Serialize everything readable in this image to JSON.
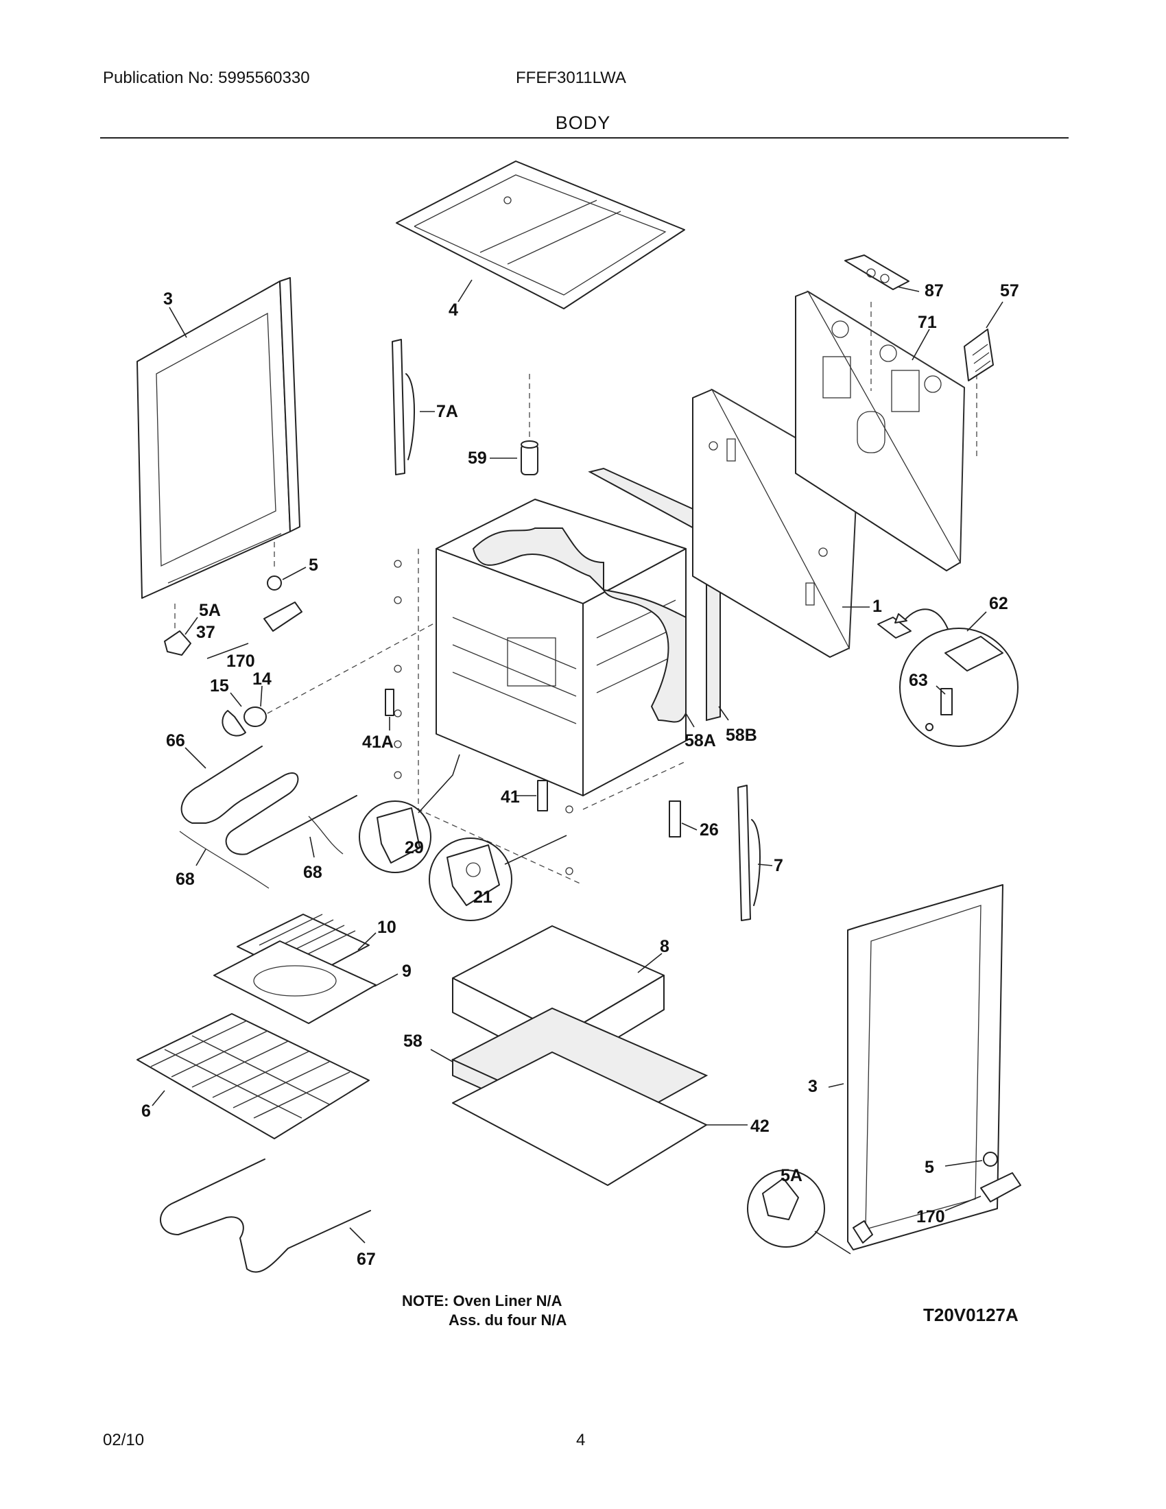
{
  "header": {
    "publication": "Publication No: 5995560330",
    "model": "FFEF3011LWA",
    "section": "BODY"
  },
  "callouts": {
    "c3a": "3",
    "c4": "4",
    "c87": "87",
    "c57": "57",
    "c71": "71",
    "c7a": "7A",
    "c59": "59",
    "c5a": "5",
    "c5a_label": "5A",
    "c37": "37",
    "c170a": "170",
    "c14": "14",
    "c15": "15",
    "c1": "1",
    "c62": "62",
    "c63": "63",
    "c41a": "41A",
    "c58a": "58A",
    "c58b": "58B",
    "c66": "66",
    "c29": "29",
    "c41": "41",
    "c26": "26",
    "c21": "21",
    "c7": "7",
    "c68a": "68",
    "c68b": "68",
    "c10": "10",
    "c8": "8",
    "c9": "9",
    "c58": "58",
    "c6": "6",
    "c3b": "3",
    "c42": "42",
    "c5b_label": "5A",
    "c5b": "5",
    "c170b": "170",
    "c67": "67"
  },
  "note": {
    "line1": "NOTE: Oven Liner N/A",
    "line2": "Ass. du four N/A"
  },
  "diagram_code": "T20V0127A",
  "footer": {
    "date": "02/10",
    "page": "4"
  }
}
